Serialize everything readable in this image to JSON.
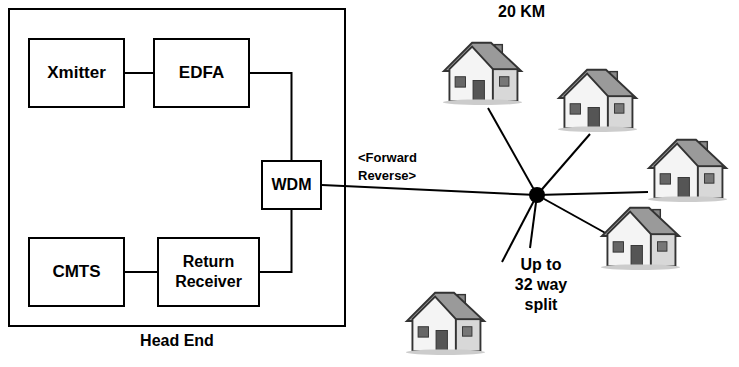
{
  "diagram": {
    "nodes": [
      {
        "text": [
          "Head End"
        ]
      },
      {
        "text": [
          "Xmitter"
        ],
        "in": 0
      },
      {
        "text": [
          "EDFA"
        ],
        "in": 0
      },
      {
        "text": [
          "WDM"
        ],
        "in": 0
      },
      {
        "text": [
          "CMTS"
        ],
        "in": 0
      },
      {
        "text": [
          "Return Receiver"
        ],
        "in": 0
      }
    ],
    "edges": [
      {
        "from": 1,
        "to": 2,
        "arrow": "none"
      },
      {
        "from": 2,
        "to": 3,
        "arrow": "none"
      },
      {
        "from": 4,
        "to": 5,
        "arrow": "none"
      },
      {
        "from": 5,
        "to": 3,
        "arrow": "none"
      }
    ],
    "labels": [
      "20 KM",
      "<Forward Reverse>",
      "Up to 32 way split"
    ]
  }
}
